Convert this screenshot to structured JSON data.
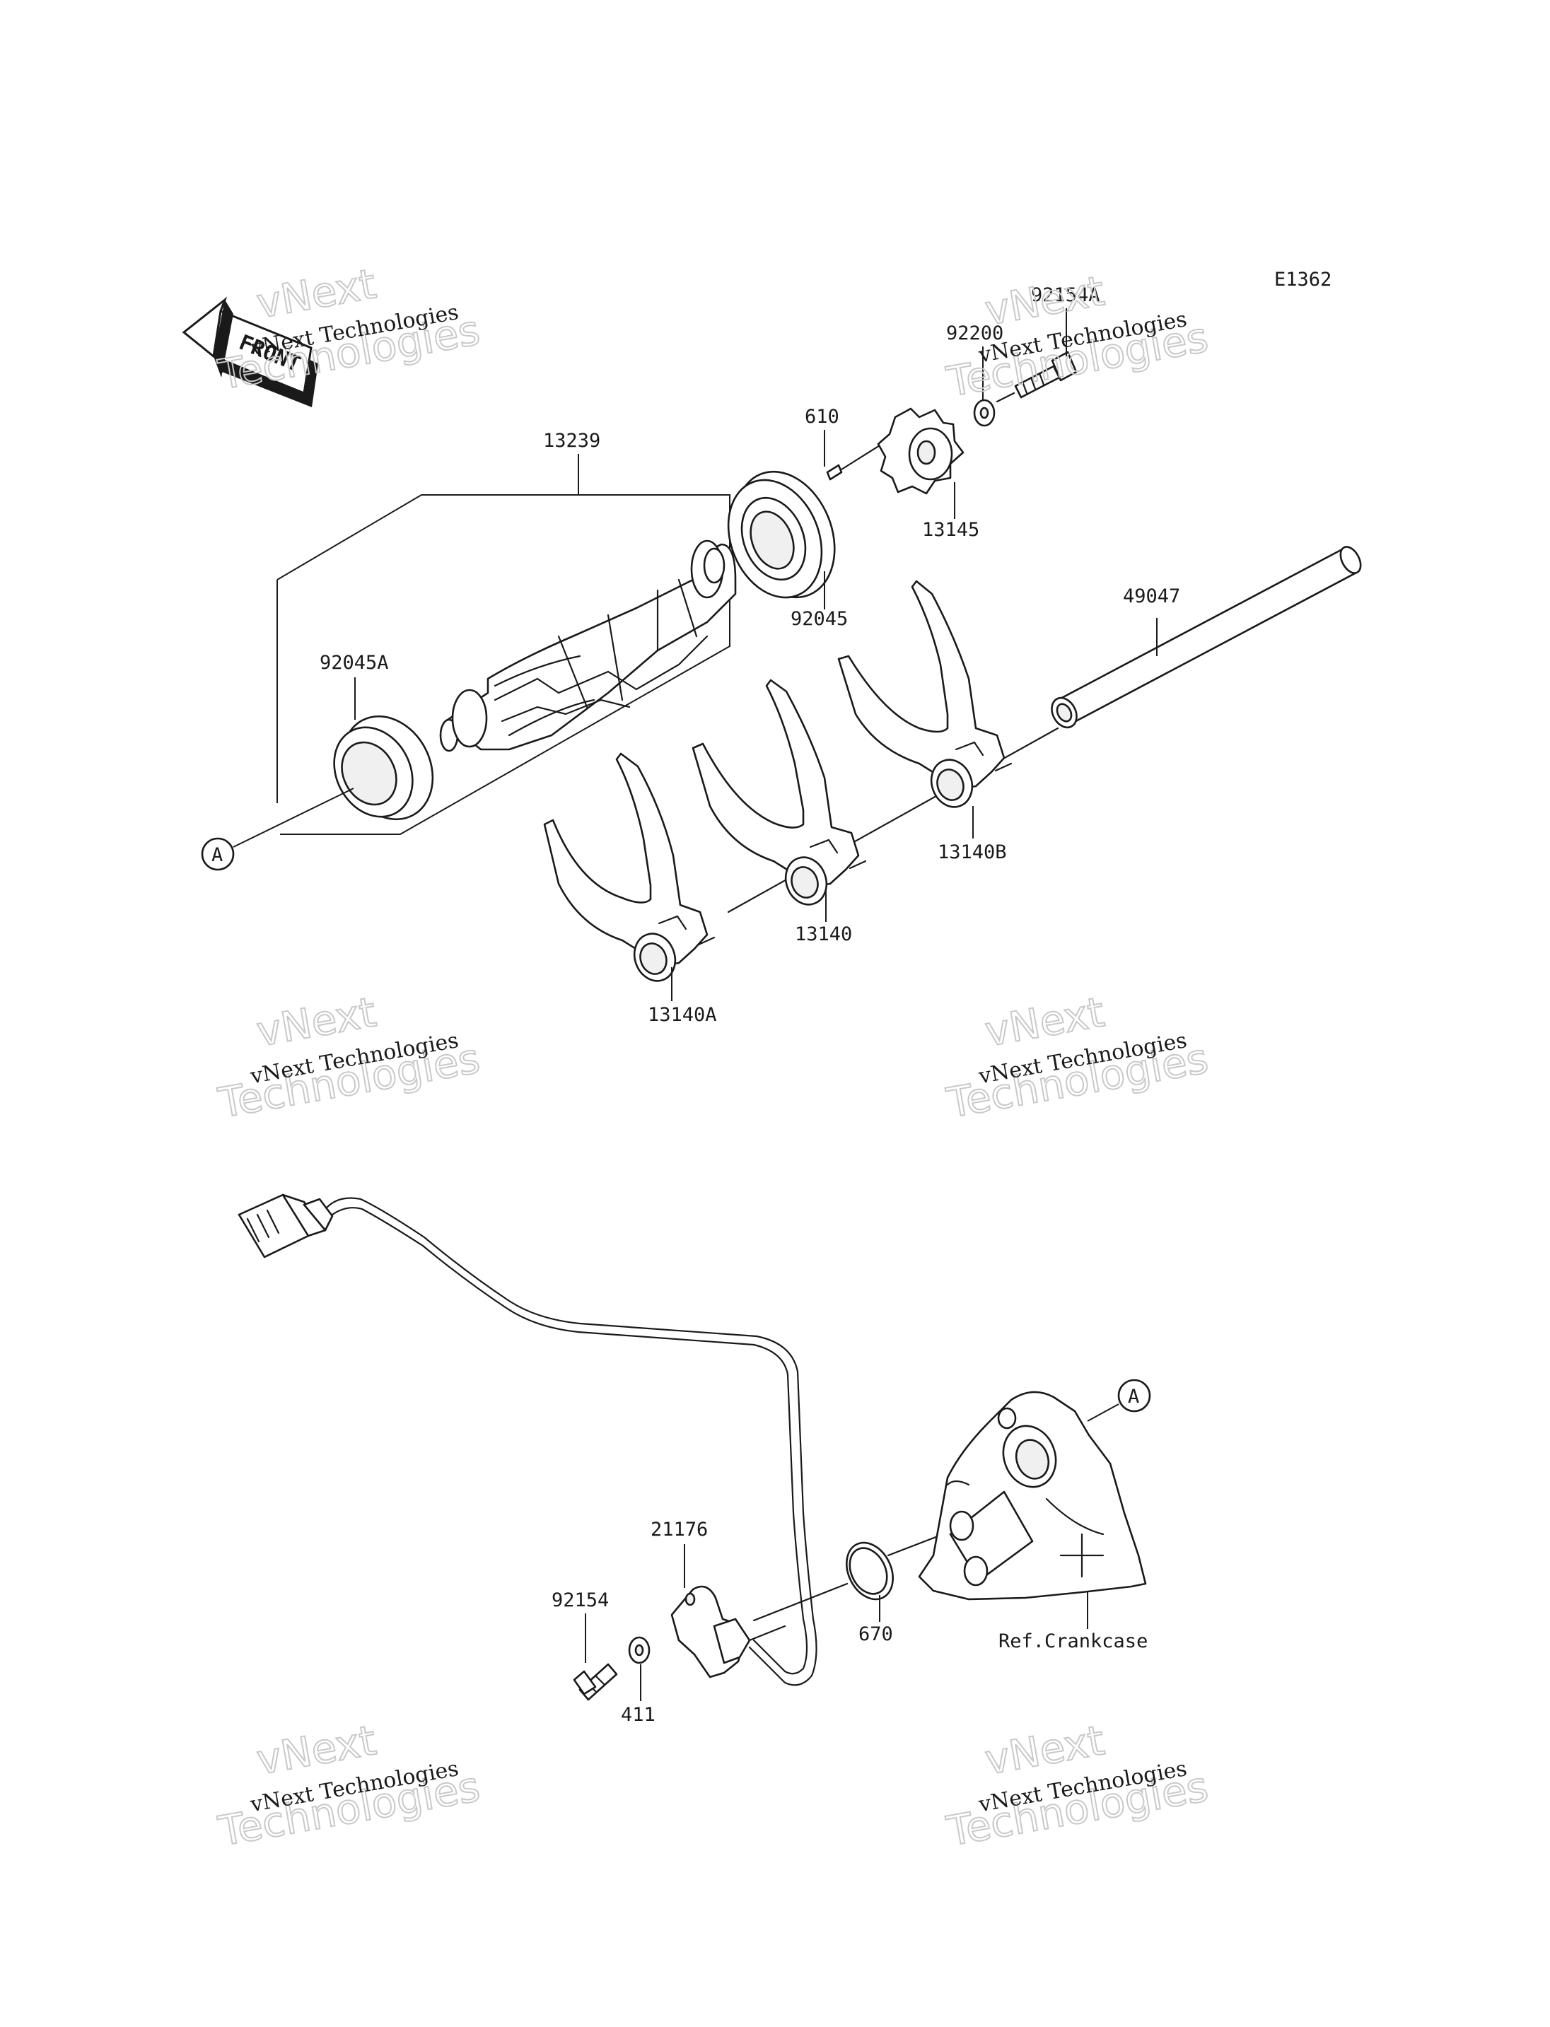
{
  "diagram_code": "E1362",
  "front_label": "FRONT",
  "callout_letter": "A",
  "watermark": {
    "line1": "vNext Technologies",
    "line2a": "vNext",
    "line2b": "Technologies"
  },
  "parts": {
    "p92154A": "92154A",
    "p92200": "92200",
    "p610": "610",
    "p13145": "13145",
    "p13239": "13239",
    "p92045": "92045",
    "p49047": "49047",
    "p92045A": "92045A",
    "p13140B": "13140B",
    "p13140": "13140",
    "p13140A": "13140A",
    "p21176": "21176",
    "p92154": "92154",
    "p411": "411",
    "p670": "670",
    "ref_crankcase": "Ref.Crankcase"
  }
}
